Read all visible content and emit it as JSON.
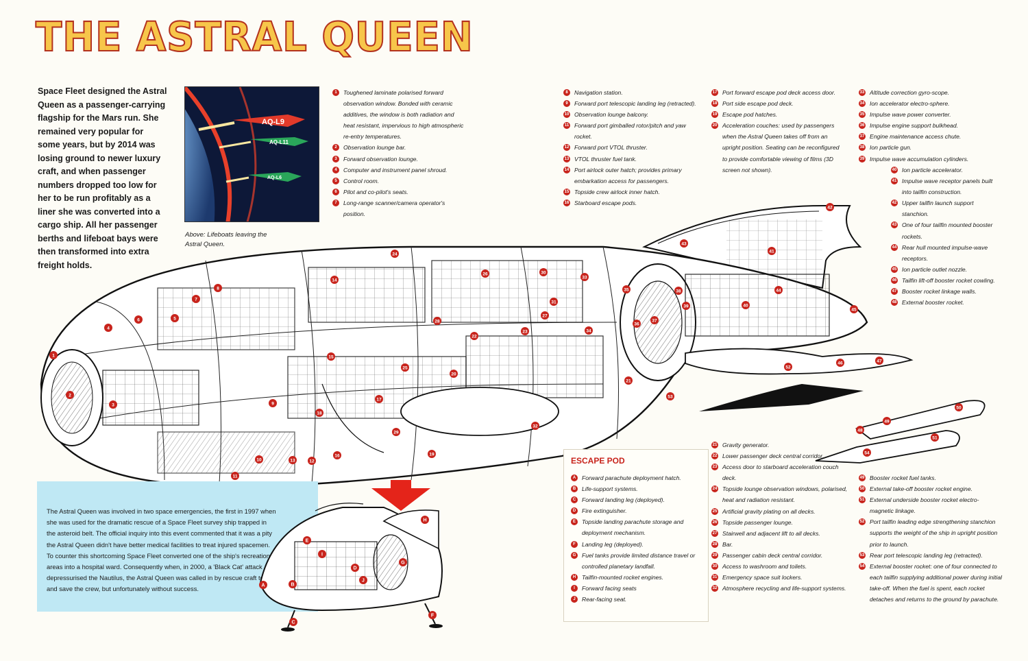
{
  "title": "THE ASTRAL QUEEN",
  "intro": "Space Fleet designed the Astral Queen as a passenger-carrying flagship for the Mars run. She remained very popular for some years, but by 2014 was losing ground to newer luxury craft, and when passenger numbers dropped too low for her to be run profitably as a liner she was converted into a cargo ship. All her passenger berths and lifeboat bays were then transformed into extra freight holds.",
  "inset_labels": [
    "AQ-L9",
    "AQ-L11",
    "AQ-L6"
  ],
  "caption": "Above: Lifeboats leaving the Astral Queen.",
  "legend_col1": [
    {
      "n": "1",
      "t": "Toughened laminate polarised forward observation window. Bonded with ceramic additives, the window is both radiation and heat resistant, impervious to high atmospheric re-entry temperatures."
    },
    {
      "n": "2",
      "t": "Observation lounge bar."
    },
    {
      "n": "3",
      "t": "Forward observation lounge."
    },
    {
      "n": "4",
      "t": "Computer and instrument panel shroud."
    },
    {
      "n": "5",
      "t": "Control room."
    },
    {
      "n": "6",
      "t": "Pilot and co-pilot's seats."
    },
    {
      "n": "7",
      "t": "Long-range scanner/camera operator's position."
    }
  ],
  "legend_col2": [
    {
      "n": "8",
      "t": "Navigation station."
    },
    {
      "n": "9",
      "t": "Forward port telescopic landing leg (retracted)."
    },
    {
      "n": "10",
      "t": "Observation lounge balcony."
    },
    {
      "n": "11",
      "t": "Forward port gimballed rotor/pitch and yaw rocket."
    },
    {
      "n": "12",
      "t": "Forward port VTOL thruster."
    },
    {
      "n": "13",
      "t": "VTOL thruster fuel tank."
    },
    {
      "n": "14",
      "t": "Port airlock outer hatch; provides primary embarkation access for passengers."
    },
    {
      "n": "15",
      "t": "Topside crew airlock inner hatch."
    },
    {
      "n": "16",
      "t": "Starboard escape pods."
    }
  ],
  "legend_col3": [
    {
      "n": "17",
      "t": "Port forward escape pod deck access door."
    },
    {
      "n": "18",
      "t": "Port side escape pod deck."
    },
    {
      "n": "19",
      "t": "Escape pod hatches."
    },
    {
      "n": "20",
      "t": "Acceleration couches: used by passengers when the Astral Queen takes off from an upright position. Seating can be reconfigured to provide comfortable viewing of films (3D screen not shown)."
    }
  ],
  "legend_col4": [
    {
      "n": "33",
      "t": "Altitude correction gyro-scope."
    },
    {
      "n": "34",
      "t": "Ion accelerator electro-sphere."
    },
    {
      "n": "35",
      "t": "Impulse wave power converter."
    },
    {
      "n": "36",
      "t": "Impulse engine support bulkhead."
    },
    {
      "n": "37",
      "t": "Engine maintenance access chute."
    },
    {
      "n": "38",
      "t": "Ion particle gun."
    },
    {
      "n": "39",
      "t": "Impulse wave accumulation cylinders."
    }
  ],
  "legend_col5": [
    {
      "n": "40",
      "t": "Ion particle accelerator."
    },
    {
      "n": "41",
      "t": "Impulse wave receptor panels built into tailfin construction."
    },
    {
      "n": "42",
      "t": "Upper tailfin launch support stanchion."
    },
    {
      "n": "43",
      "t": "One of four tailfin mounted booster rockets."
    },
    {
      "n": "44",
      "t": "Rear hull mounted impulse-wave receptors."
    },
    {
      "n": "45",
      "t": "Ion particle outlet nozzle."
    },
    {
      "n": "46",
      "t": "Tailfin lift-off booster rocket cowling."
    },
    {
      "n": "47",
      "t": "Booster rocket linkage walls."
    },
    {
      "n": "48",
      "t": "External booster rocket."
    }
  ],
  "escape_pod": {
    "title": "ESCAPE POD",
    "items": [
      {
        "n": "A",
        "t": "Forward parachute deployment hatch."
      },
      {
        "n": "B",
        "t": "Life-support systems."
      },
      {
        "n": "C",
        "t": "Forward landing leg (deployed)."
      },
      {
        "n": "D",
        "t": "Fire extinguisher."
      },
      {
        "n": "E",
        "t": "Topside landing parachute storage and deployment mechanism."
      },
      {
        "n": "F",
        "t": "Landing leg (deployed)."
      },
      {
        "n": "G",
        "t": "Fuel tanks provide limited distance travel or controlled planetary landfall."
      },
      {
        "n": "H",
        "t": "Tailfin-mounted rocket engines."
      },
      {
        "n": "I",
        "t": "Forward facing seats"
      },
      {
        "n": "J",
        "t": "Rear-facing seat."
      }
    ]
  },
  "legend_col6": [
    {
      "n": "21",
      "t": "Gravity generator."
    },
    {
      "n": "22",
      "t": "Lower passenger deck central corridor."
    },
    {
      "n": "23",
      "t": "Access door to starboard acceleration couch deck."
    },
    {
      "n": "24",
      "t": "Topside lounge observation windows, polarised, heat and radiation resistant."
    },
    {
      "n": "25",
      "t": "Artificial gravity plating on all decks."
    },
    {
      "n": "26",
      "t": "Topside passenger lounge."
    },
    {
      "n": "27",
      "t": "Stairwell and adjacent lift to all decks."
    },
    {
      "n": "28",
      "t": "Bar."
    },
    {
      "n": "29",
      "t": "Passenger cabin deck central corridor."
    },
    {
      "n": "30",
      "t": "Access to washroom and toilets."
    },
    {
      "n": "31",
      "t": "Emergency space suit lockers."
    },
    {
      "n": "32",
      "t": "Atmosphere recycling and life-support systems."
    }
  ],
  "legend_col7": [
    {
      "n": "49",
      "t": "Booster rocket fuel tanks."
    },
    {
      "n": "50",
      "t": "External take-off booster rocket engine."
    },
    {
      "n": "51",
      "t": "External underside booster rocket electro-magnetic linkage."
    },
    {
      "n": "52",
      "t": "Port tailfin leading edge strengthening stanchion supports the weight of the ship in upright position prior to launch."
    },
    {
      "n": "53",
      "t": "Rear port telescopic landing leg (retracted)."
    },
    {
      "n": "54",
      "t": "External booster rocket: one of four connected to each tailfin supplying additional power during initial take-off. When the fuel is spent, each rocket detaches and returns to the ground by parachute."
    }
  ],
  "blue_text": "The Astral Queen was involved in two space emergencies, the first in 1997 when she was used for the dramatic rescue of a Space Fleet survey ship trapped in the asteroid belt. The official inquiry into this event commented that it was a pity the Astral Queen didn't have better medical facilities to treat injured spacemen. To counter this shortcoming Space Fleet converted one of the ship's recreational areas into a hospital ward. Consequently when, in 2000, a 'Black Cat' attack depressurised the Nautilus, the Astral Queen was called in by rescue craft to try and save the crew, but unfortunately without success.",
  "ship_callouts": [
    "1",
    "2",
    "3",
    "4",
    "5",
    "6",
    "7",
    "8",
    "9",
    "10",
    "11",
    "12",
    "13",
    "14",
    "15",
    "16",
    "17",
    "18",
    "19",
    "20",
    "21",
    "22",
    "23",
    "24",
    "25",
    "26",
    "27",
    "28",
    "29",
    "30",
    "31",
    "32",
    "33",
    "34",
    "35",
    "36",
    "37",
    "38",
    "39",
    "40",
    "41",
    "42",
    "43",
    "44",
    "45",
    "46",
    "47",
    "48",
    "49",
    "50",
    "51",
    "52",
    "53",
    "54"
  ],
  "pod_callouts": [
    "A",
    "B",
    "C",
    "D",
    "E",
    "F",
    "G",
    "H",
    "I",
    "J"
  ],
  "colors": {
    "accent_red": "#c8241c",
    "title_fill": "#f7c64a",
    "title_stroke": "#b3321e",
    "blue_box": "#bfe8f4"
  }
}
